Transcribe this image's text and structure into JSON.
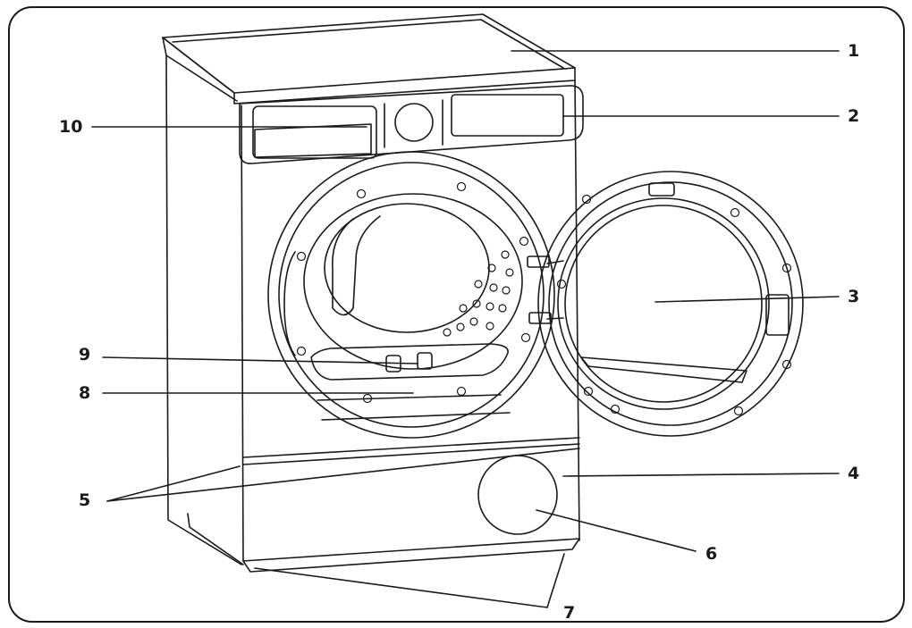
{
  "colors": {
    "ink": "#1a1a1a",
    "background": "#ffffff"
  },
  "callouts": {
    "c1": "1",
    "c2": "2",
    "c3": "3",
    "c4": "4",
    "c5": "5",
    "c6": "6",
    "c7": "7",
    "c8": "8",
    "c9": "9",
    "c10": "10"
  }
}
